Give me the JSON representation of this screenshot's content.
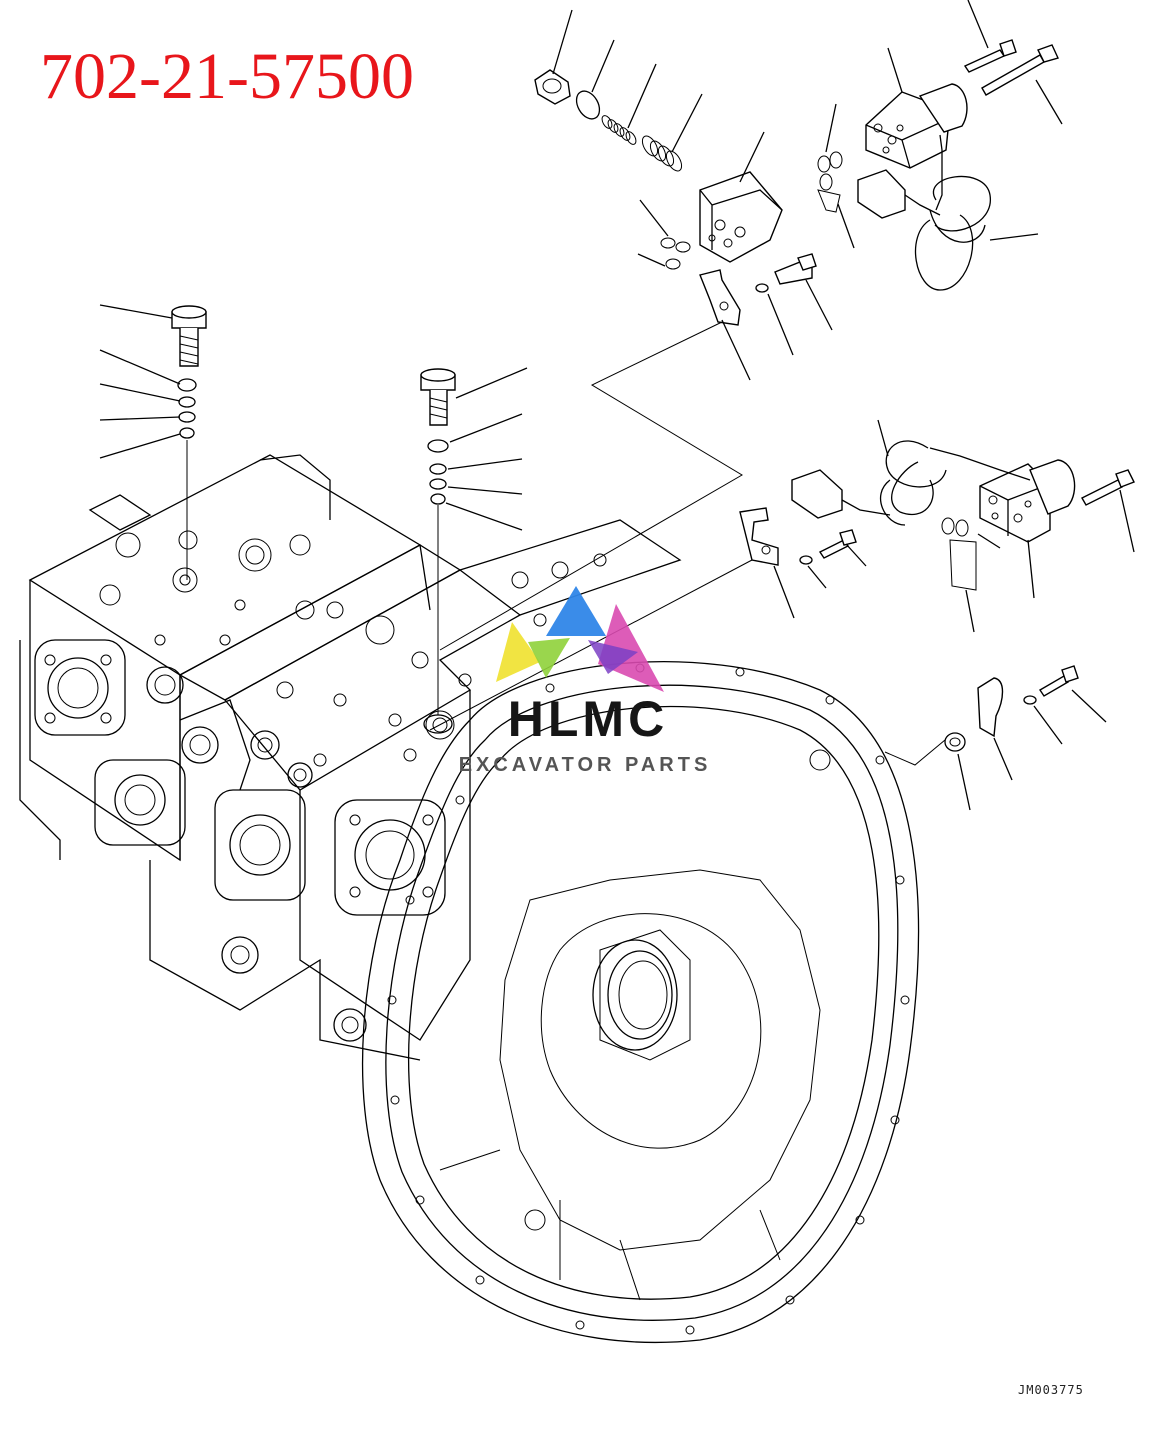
{
  "title": {
    "part_number": "702-21-57500",
    "color": "#e8161b"
  },
  "watermark": {
    "name": "HLMC",
    "subtitle": "EXCAVATOR PARTS",
    "colors": [
      "#2f86e8",
      "#d94ab0",
      "#f0e12e",
      "#8fd13a",
      "#7b3fc4"
    ]
  },
  "drawing_id": "JM003775"
}
